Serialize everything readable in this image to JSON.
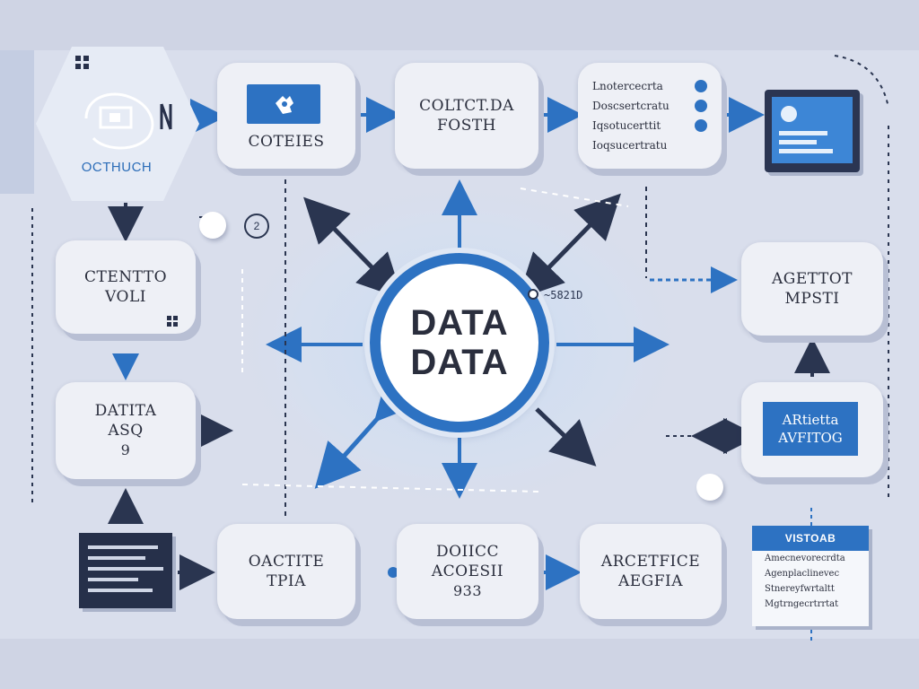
{
  "hub": {
    "line1": "DATA",
    "line2": "DATA",
    "tag": "~5821D"
  },
  "top_row": {
    "source": {
      "label": "OCTHUCH"
    },
    "categories": {
      "label": "COTEIES"
    },
    "collect": {
      "line1": "COLTCT.DA",
      "line2": "FOSTH"
    },
    "list": {
      "items": [
        "Lnotercecrta",
        "Doscsertcratu",
        "Iqsotucerttit",
        "Ioqsucertratu"
      ]
    }
  },
  "left_column": {
    "create": {
      "line1": "CTENTTO",
      "line2": "VOLI"
    },
    "data": {
      "line1": "DATITA",
      "line2": "ASQ",
      "line3": "9"
    }
  },
  "right_column": {
    "agent": {
      "line1": "AGETTOT",
      "line2": "MPSTI"
    },
    "artifact_label": {
      "line1": "ARtietta",
      "line2": "AVFITOG"
    }
  },
  "bottom_row": {
    "cite": {
      "line1": "OACTITE",
      "line2": "TPIA"
    },
    "dolic": {
      "line1": "DOIICC",
      "line2": "ACOESII",
      "line3": "933"
    },
    "arcfice": {
      "line1": "ARCETFICE",
      "line2": "AEGFIA"
    },
    "card": {
      "header": "VISTOAB",
      "lines": [
        "Amecnevorecrdta",
        "Agenplaclinevec",
        "Stnereyfwrtaltt",
        "Mgtrngecrtrrtat"
      ]
    }
  },
  "ring_mark": "2",
  "colors": {
    "accent": "#2d72c2",
    "dark": "#2a3550",
    "node": "#eef0f6",
    "background": "#d9deec"
  },
  "icons": {
    "source": "conveyor-camera-icon",
    "categories": "puzzle-icon",
    "monitor": "dashboard-monitor-icon",
    "document": "document-icon"
  }
}
